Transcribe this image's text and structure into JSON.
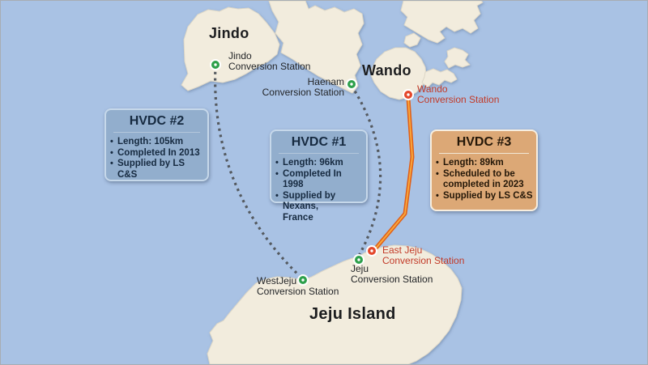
{
  "island_labels": {
    "jindo": "Jindo",
    "wando": "Wando",
    "jeju": "Jeju Island"
  },
  "stations": {
    "jindo": {
      "line1": "Jindo",
      "line2": "Conversion Station",
      "marker_color": "#2da04b"
    },
    "haenam": {
      "line1": "Haenam",
      "line2": "Conversion Station",
      "marker_color": "#2da04b"
    },
    "wando": {
      "line1": "Wando",
      "line2": "Conversion Station",
      "marker_color": "#e4472b"
    },
    "east_jeju": {
      "line1": "East Jeju",
      "line2": "Conversion Station",
      "marker_color": "#e4472b"
    },
    "jeju": {
      "line1": "Jeju",
      "line2": "Conversion Station",
      "marker_color": "#2da04b"
    },
    "west_jeju": {
      "line1": "WestJeju",
      "line2": "Conversion Station",
      "marker_color": "#2da04b"
    }
  },
  "info_boxes": {
    "hvdc2": {
      "title": "HVDC #2",
      "bullets": [
        "Length: 105km",
        "Completed In 2013",
        "Supplied by LS C&S"
      ]
    },
    "hvdc1": {
      "title": "HVDC #1",
      "bullets": [
        "Length: 96km",
        "Completed In 1998",
        "Supplied by Nexans,\nFrance"
      ]
    },
    "hvdc3": {
      "title": "HVDC #3",
      "bullets": [
        "Length: 89km",
        "Scheduled to be\ncompleted in 2023",
        "Supplied by LS C&S"
      ]
    }
  },
  "colors": {
    "sea": "#a9c2e4",
    "land": "#f2ecdd",
    "route_dotted": "#54595f",
    "route_orange_outer": "#e0611a",
    "route_orange_inner": "#f9aa3d",
    "green_station": "#2da04b",
    "red_station": "#e4472b",
    "red_text": "#c23a28",
    "box_blue": "#92aecd",
    "box_orange": "#dca876"
  }
}
